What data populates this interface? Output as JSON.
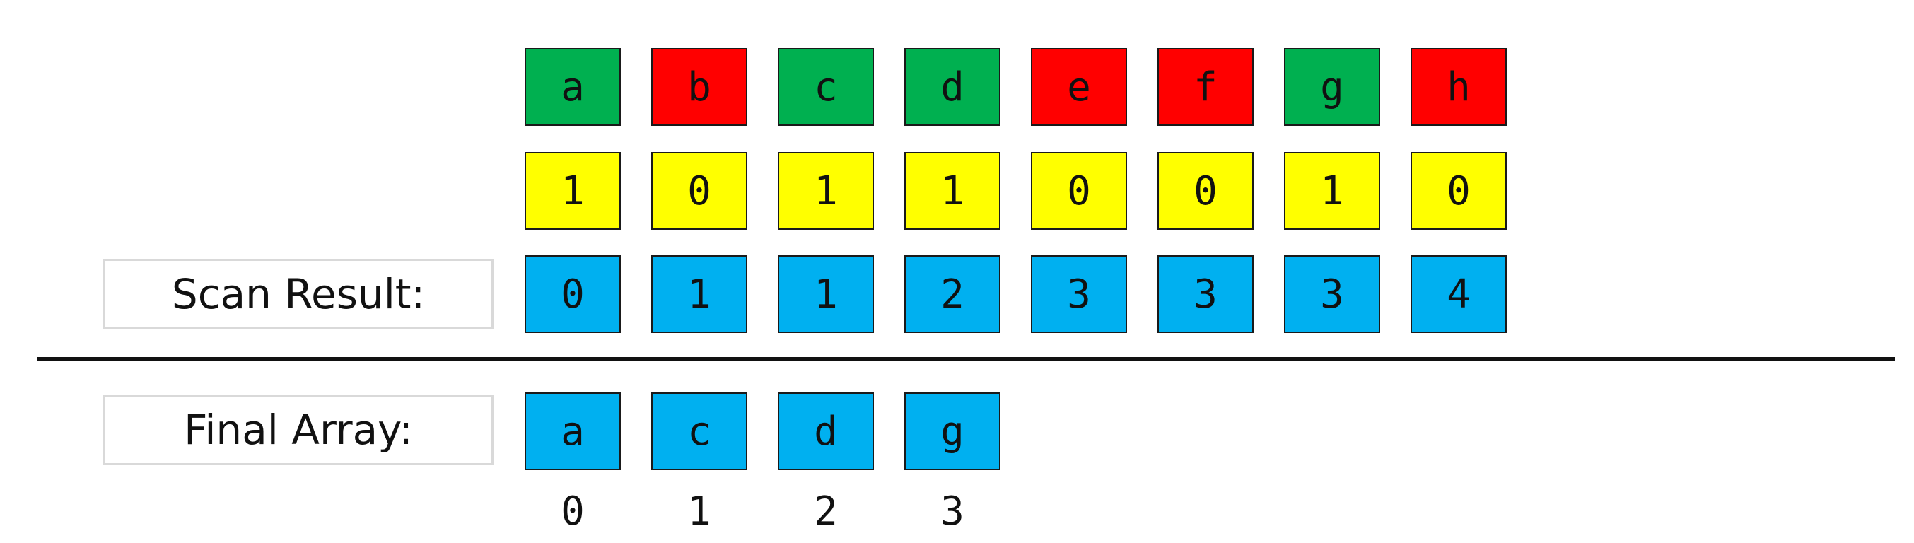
{
  "colors": {
    "green": "#00b050",
    "red": "#ff0000",
    "yellow": "#ffff00",
    "blue": "#00b0f0"
  },
  "input_row": {
    "cells": [
      {
        "text": "a",
        "color": "green"
      },
      {
        "text": "b",
        "color": "red"
      },
      {
        "text": "c",
        "color": "green"
      },
      {
        "text": "d",
        "color": "green"
      },
      {
        "text": "e",
        "color": "red"
      },
      {
        "text": "f",
        "color": "red"
      },
      {
        "text": "g",
        "color": "green"
      },
      {
        "text": "h",
        "color": "red"
      }
    ]
  },
  "flag_row": {
    "cells": [
      "1",
      "0",
      "1",
      "1",
      "0",
      "0",
      "1",
      "0"
    ]
  },
  "scan_row": {
    "label": "Scan Result:",
    "cells": [
      "0",
      "1",
      "1",
      "2",
      "3",
      "3",
      "3",
      "4"
    ]
  },
  "final_row": {
    "label": "Final Array:",
    "cells": [
      "a",
      "c",
      "d",
      "g"
    ],
    "indices": [
      "0",
      "1",
      "2",
      "3"
    ]
  }
}
